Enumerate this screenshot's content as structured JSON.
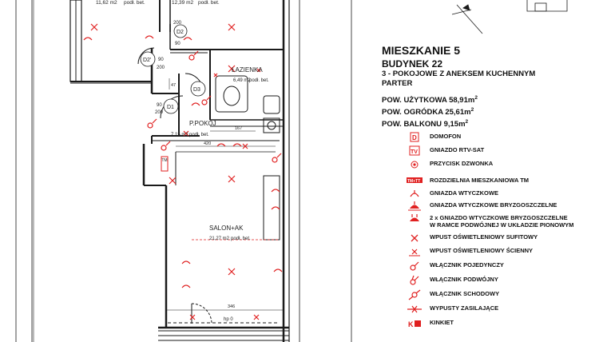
{
  "apartment": {
    "title": "MIESZKANIE 5",
    "building": "BUDYNEK 22",
    "type": "3 - POKOJOWE Z ANEKSEM KUCHENNYM",
    "floor": "PARTER",
    "usable_area_label": "POW. UŻYTKOWA 58,91m",
    "garden_area_label": "POW. OGRÓDKA 25,61m",
    "balcony_area_label": "POW. BALKONU 9,15m",
    "sq_sup": "2"
  },
  "rooms": {
    "room_left_area": "11,62 m2",
    "room_left_floor": "podł. bet.",
    "room_right_area": "12,39 m2",
    "room_right_floor": "podł. bet.",
    "bath_name": "ŁAZIENKA",
    "bath_area": "6,49 m2",
    "bath_floor": "podł. bet.",
    "hall_name": "P.POKÓJ",
    "hall_area": "7,15 m2",
    "hall_floor": "podł. bet.",
    "salon_name": "SALON+AK",
    "salon_area": "21,27 m2",
    "salon_floor": "podł. bet."
  },
  "doors": {
    "d1": "D1",
    "d2": "D2",
    "d2p": "D2'",
    "d3": "D3",
    "d1_w": "90",
    "d1_h": "200",
    "d2p_w": "90",
    "d2p_h": "200",
    "d2_w": "90",
    "d2_h": "200"
  },
  "dims": {
    "dim_47": "47",
    "dim_167": "167",
    "dim_420": "420",
    "dim_346": "346",
    "hp": "hp 0"
  },
  "legend": [
    {
      "icon": "intercom-icon",
      "text": "DOMOFON"
    },
    {
      "icon": "tv-socket-icon",
      "text": "GNIAZDO RTV-SAT"
    },
    {
      "icon": "doorbell-button-icon",
      "text": "PRZYCISK DZWONKA"
    },
    {
      "icon": "distribution-board-icon",
      "text": "ROZDZIELNIA MIESZKANIOWA TM"
    },
    {
      "icon": "socket-icon",
      "text": "GNIAZDA WTYCZKOWE"
    },
    {
      "icon": "splashproof-socket-icon",
      "text": "GNIAZDA WTYCZKOWE BRYZGOSZCZELNE"
    },
    {
      "icon": "double-socket-icon",
      "text": "2 x GNIAZDO WTYCZKOWE BRYZGOSZCZELNE",
      "text2": "W RAMCE PODWÓJNEJ W UKŁADZIE PIONOWYM"
    },
    {
      "icon": "ceiling-light-icon",
      "text": "WPUST OŚWIETLENIOWY SUFITOWY"
    },
    {
      "icon": "wall-light-icon",
      "text": "WPUST OŚWIETLENIOWY ŚCIENNY"
    },
    {
      "icon": "single-switch-icon",
      "text": "WŁĄCZNIK POJEDYNCZY"
    },
    {
      "icon": "double-switch-icon",
      "text": "WŁĄCZNIK PODWÓJNY"
    },
    {
      "icon": "stair-switch-icon",
      "text": "WŁĄCZNIK SCHODOWY"
    },
    {
      "icon": "power-outlet-icon",
      "text": "WYPUSTY ZASILAJĄCE"
    },
    {
      "icon": "wall-lamp-icon",
      "text": "KINKIET"
    }
  ],
  "legend_glyphs": {
    "intercom": "D",
    "tv": "TV",
    "board": "TM+TT",
    "kinkiet": "K"
  },
  "colors": {
    "symbol_red": "#e02020",
    "wall": "#1a1a1a"
  }
}
